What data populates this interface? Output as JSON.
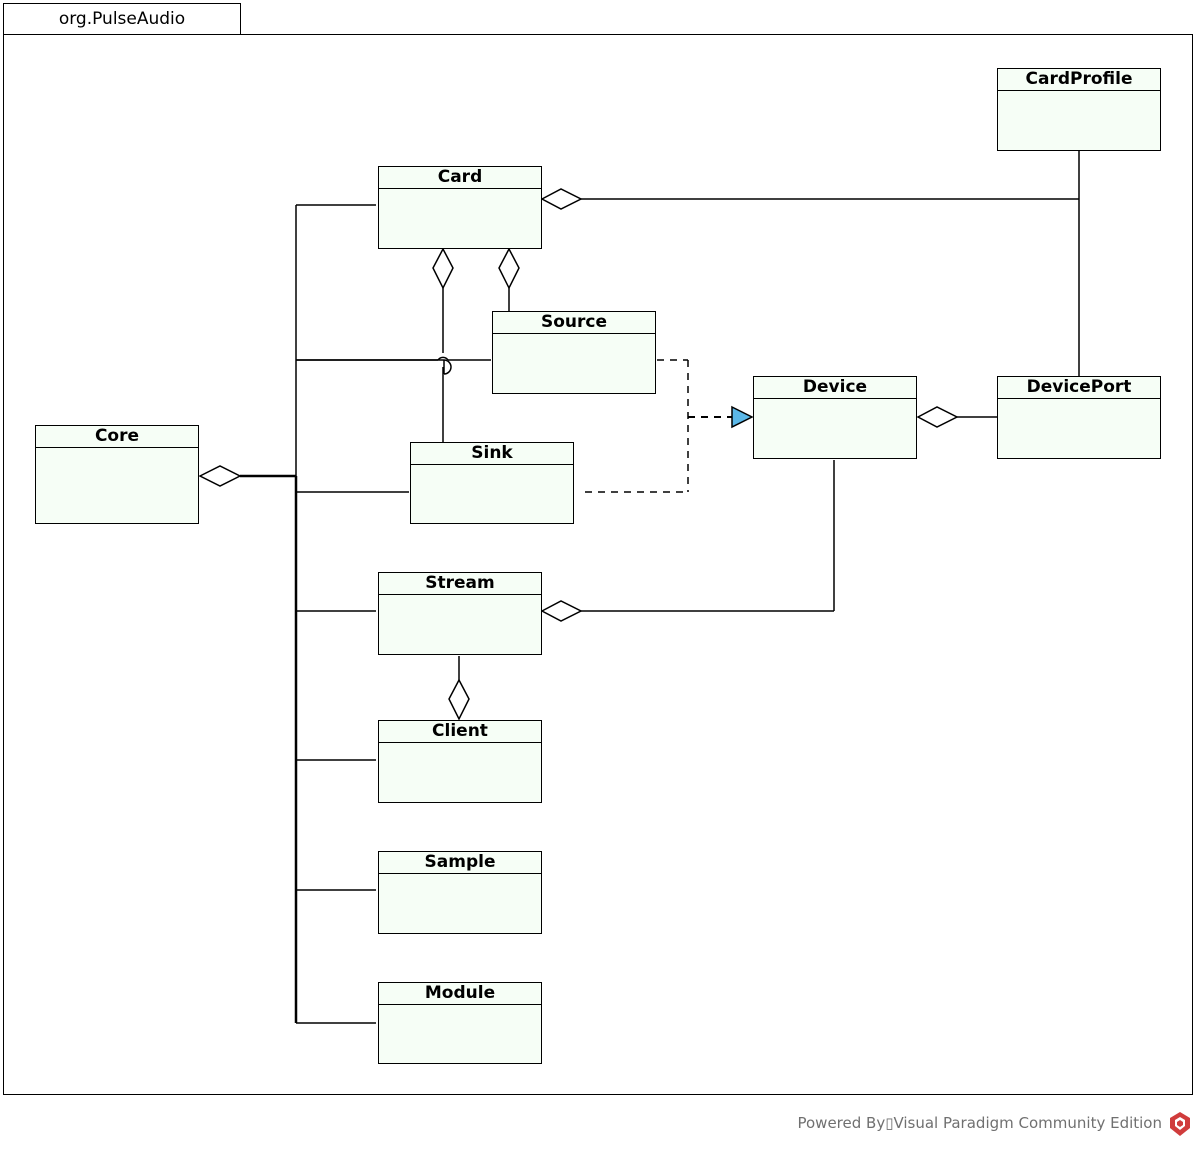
{
  "package": {
    "name": "org.PulseAudio"
  },
  "classes": {
    "card": "Card",
    "cardprofile": "CardProfile",
    "source": "Source",
    "sink": "Sink",
    "device": "Device",
    "deviceport": "DevicePort",
    "core": "Core",
    "stream": "Stream",
    "client": "Client",
    "sample": "Sample",
    "module": "Module"
  },
  "footer": {
    "text": "Powered By▯Visual Paradigm Community Edition"
  },
  "colors": {
    "class_fill": "#f6fef6",
    "realization_arrow": "#5bb8e8",
    "footer_text": "#707070",
    "logo": "#d03c3c"
  }
}
